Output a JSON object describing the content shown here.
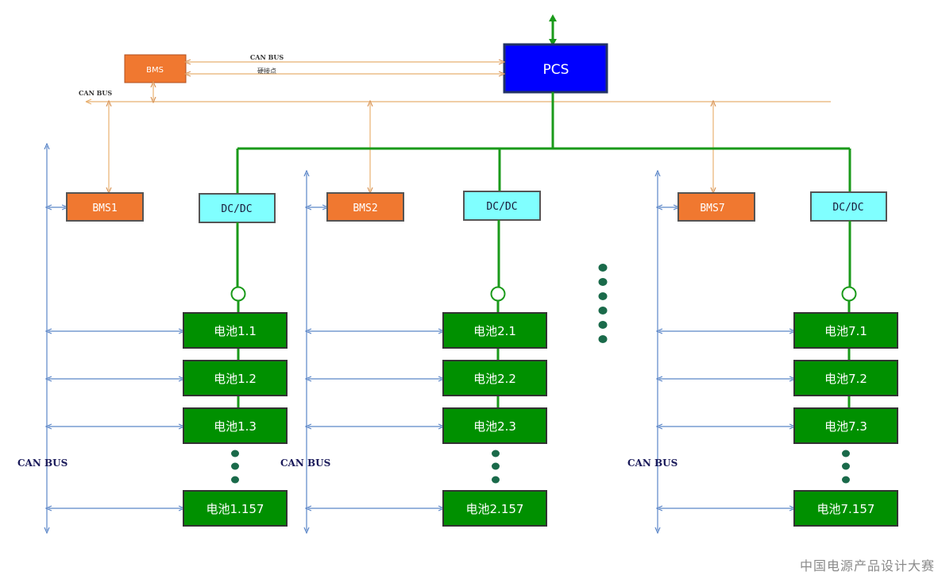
{
  "pcs": {
    "label": "PCS"
  },
  "bms_master": {
    "label": "BMS"
  },
  "top_links": {
    "can_bus": "CAN BUS",
    "hardwire": "硬接点",
    "can_bus_left": "CAN BUS"
  },
  "strings": [
    {
      "bms": "BMS1",
      "dcdc": "DC/DC",
      "can_bus": "CAN BUS",
      "batteries": [
        "电池1.1",
        "电池1.2",
        "电池1.3",
        "电池1.157"
      ]
    },
    {
      "bms": "BMS2",
      "dcdc": "DC/DC",
      "can_bus": "CAN BUS",
      "batteries": [
        "电池2.1",
        "电池2.2",
        "电池2.3",
        "电池2.157"
      ]
    },
    {
      "bms": "BMS7",
      "dcdc": "DC/DC",
      "can_bus": "CAN BUS",
      "batteries": [
        "电池7.1",
        "电池7.2",
        "电池7.3",
        "电池7.157"
      ]
    }
  ],
  "watermark": "中国电源产品设计大赛",
  "colors": {
    "pcs": "#0000ff",
    "bms": "#f07830",
    "dcdc": "#80ffff",
    "battery": "#009000",
    "power_line": "#1a9a1a",
    "can_line": "#e8b070",
    "bus_line": "#5b86c8"
  }
}
